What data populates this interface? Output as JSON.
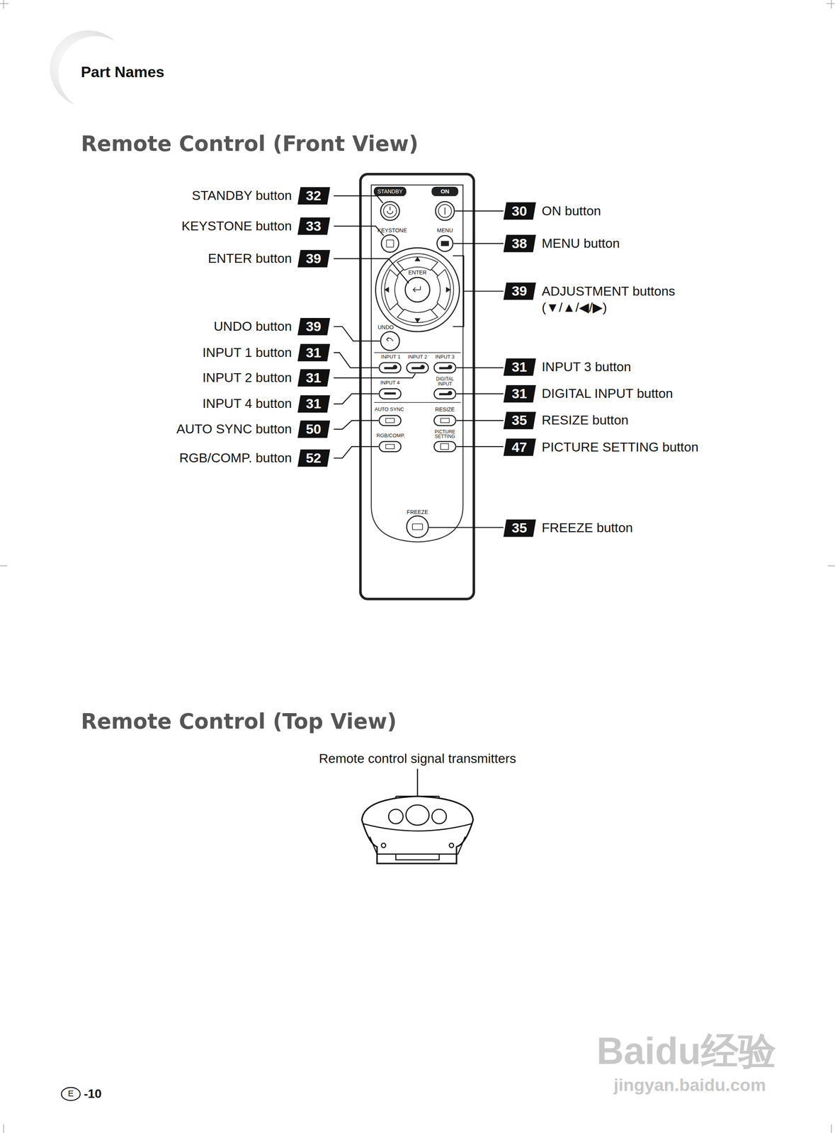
{
  "diagram": {
    "title": "Part Names",
    "labels": [
      "Remote Control (Front View)",
      "STANDBY button",
      "32",
      "KEYSTONE button",
      "33",
      "ENTER button",
      "39",
      "UNDO button",
      "39",
      "INPUT 1 button",
      "31",
      "INPUT 2 button",
      "31",
      "INPUT 4 button",
      "31",
      "AUTO SYNC button",
      "50",
      "RGB/COMP. button",
      "52",
      "30",
      "ON button",
      "38",
      "MENU button",
      "39",
      "ADJUSTMENT buttons (▼/▲/◀/▶)",
      "31",
      "INPUT 3 button",
      "31",
      "DIGITAL INPUT button",
      "35",
      "RESIZE button",
      "47",
      "PICTURE SETTING button",
      "35",
      "FREEZE button",
      "STANDBY",
      "ON",
      "KEYSTONE",
      "MENU",
      "ENTER",
      "UNDO",
      "INPUT 1",
      "INPUT 2",
      "INPUT 3",
      "INPUT 4",
      "DIGITAL INPUT",
      "AUTO SYNC",
      "RESIZE",
      "RGB/COMP.",
      "PICTURE SETTING",
      "FREEZE",
      "Remote Control (Top View)",
      "Remote control signal transmitters",
      "E",
      "-10",
      "Baidu经验",
      "jingyan.baidu.com"
    ]
  }
}
